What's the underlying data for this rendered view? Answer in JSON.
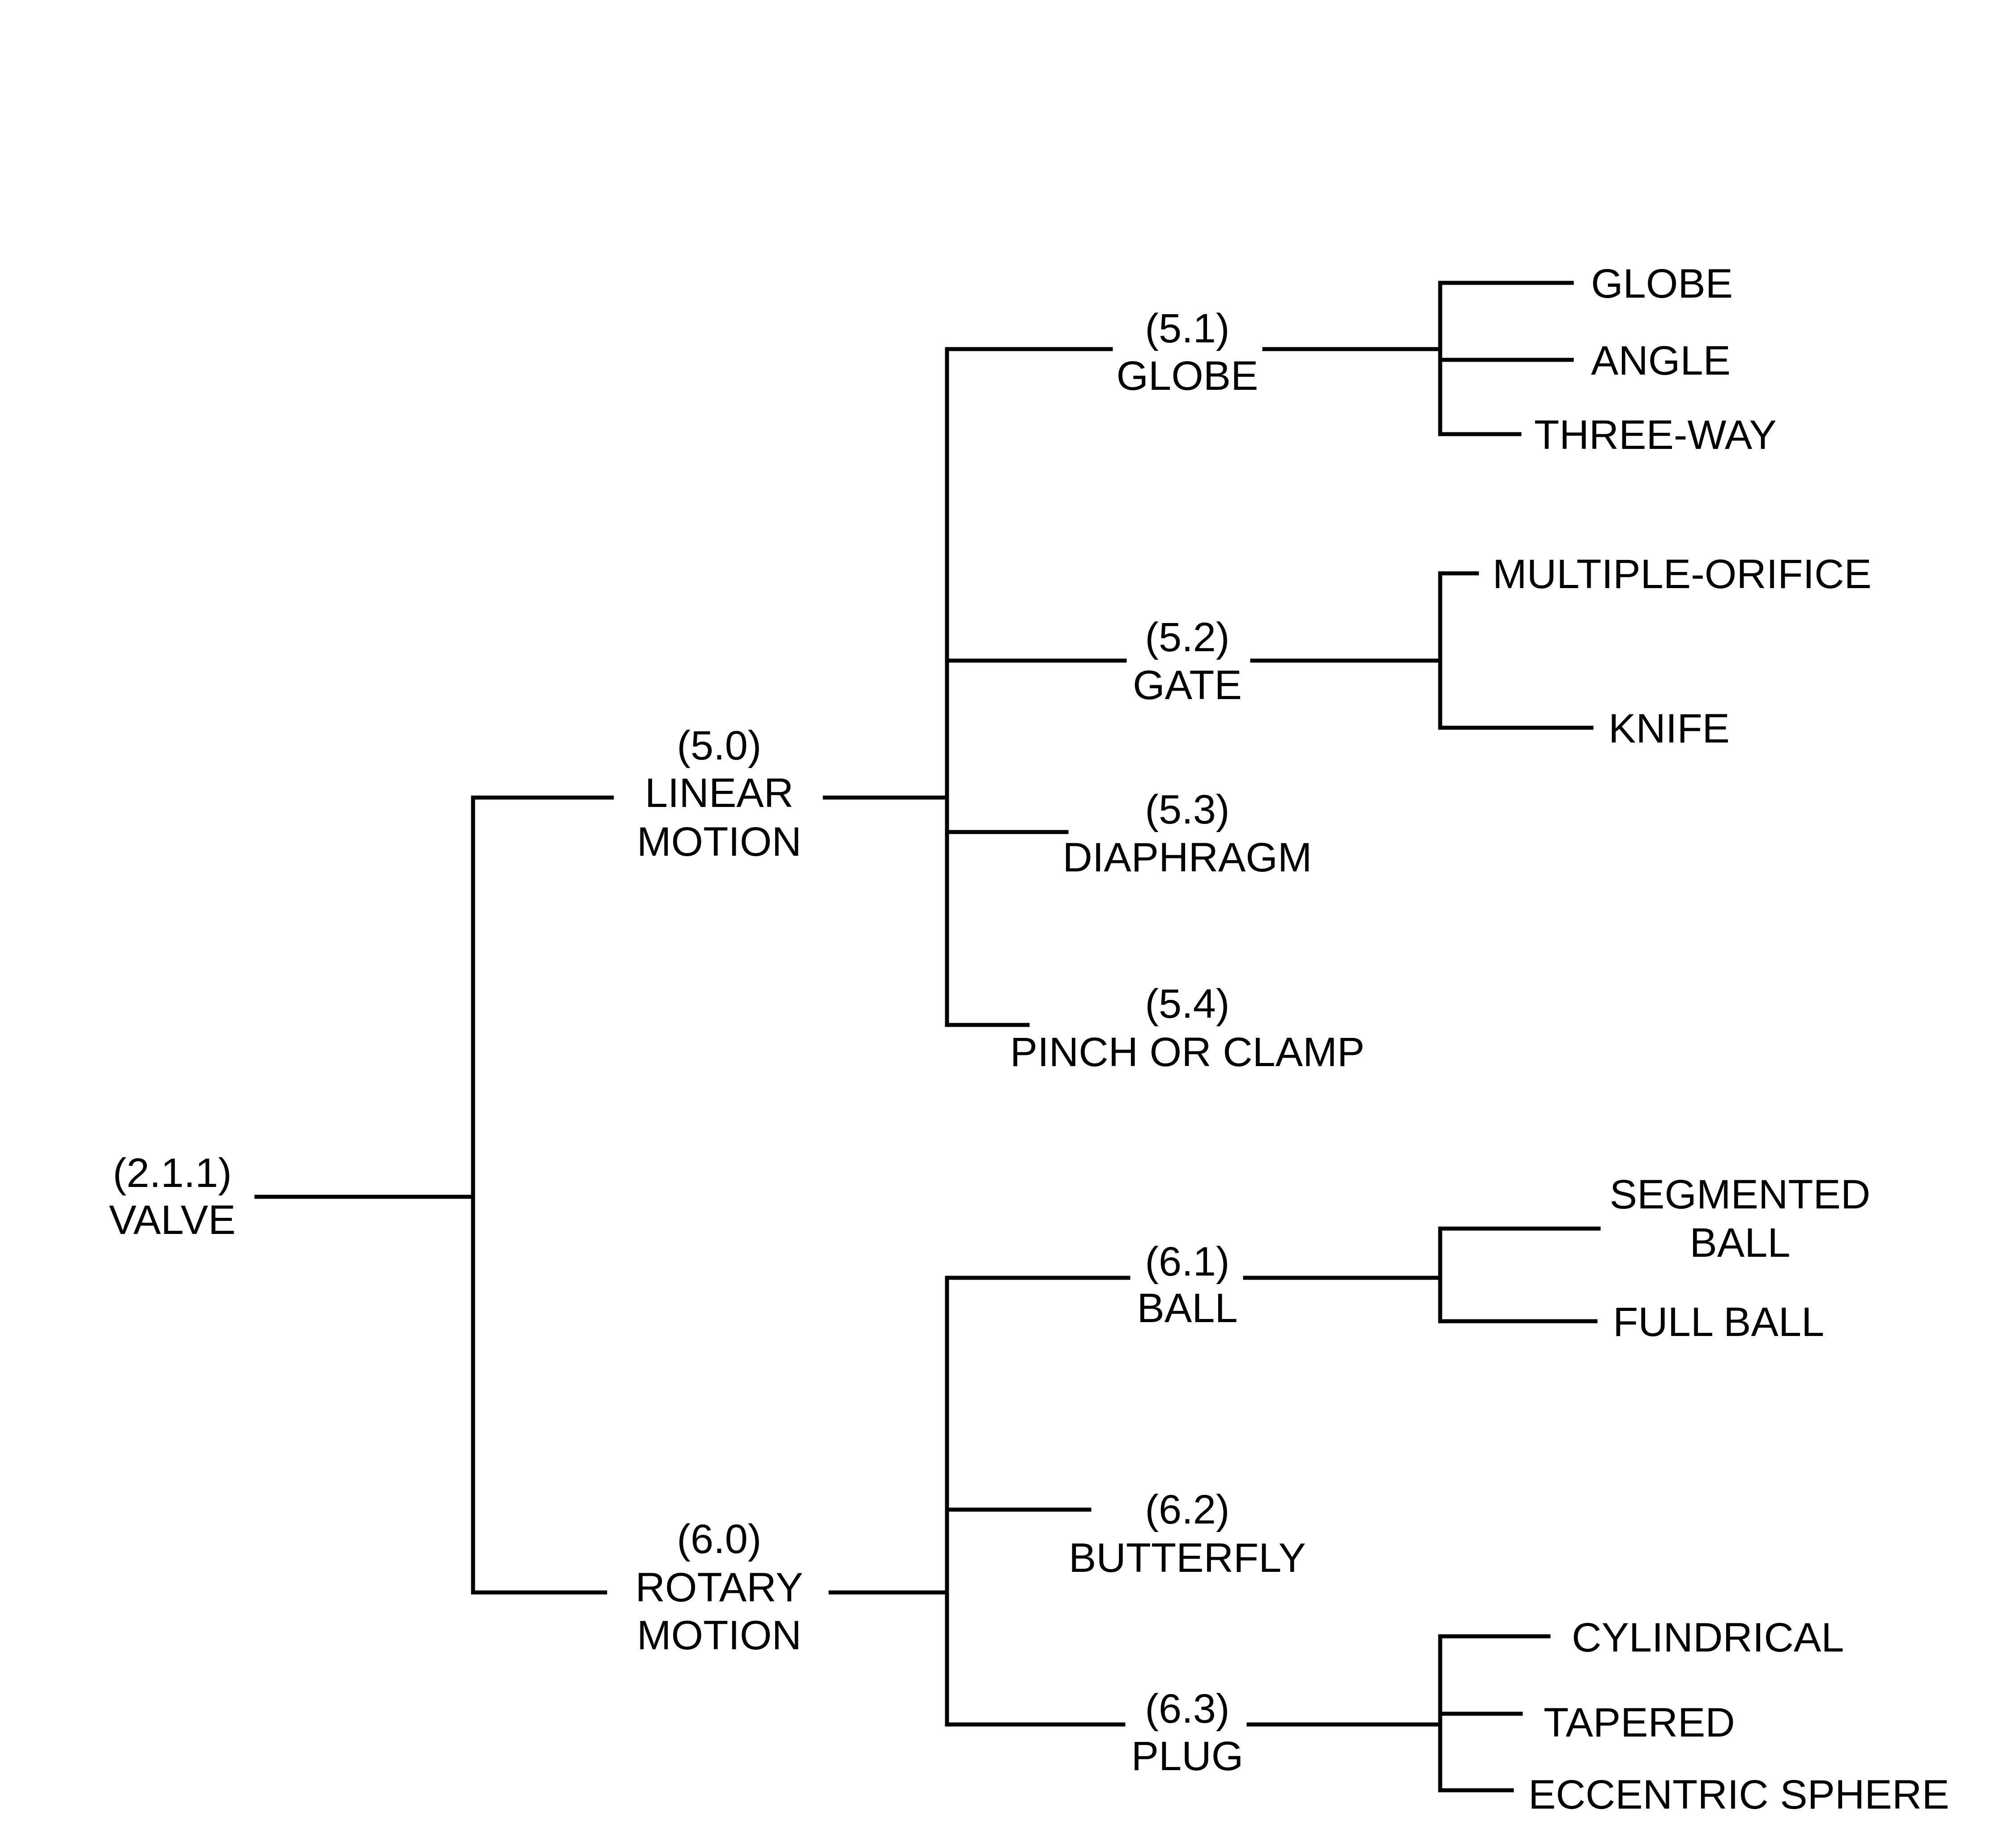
{
  "root": {
    "code": "(2.1.1)",
    "name": "VALVE"
  },
  "linear": {
    "code": "(5.0)",
    "name1": "LINEAR",
    "name2": "MOTION",
    "globe": {
      "code": "(5.1)",
      "name": "GLOBE",
      "leaves": [
        "GLOBE",
        "ANGLE",
        "THREE-WAY"
      ]
    },
    "gate": {
      "code": "(5.2)",
      "name": "GATE",
      "leaves": [
        "MULTIPLE-ORIFICE",
        "KNIFE"
      ]
    },
    "diaphragm": {
      "code": "(5.3)",
      "name": "DIAPHRAGM"
    },
    "pinch": {
      "code": "(5.4)",
      "name": "PINCH OR CLAMP"
    }
  },
  "rotary": {
    "code": "(6.0)",
    "name1": "ROTARY",
    "name2": "MOTION",
    "ball": {
      "code": "(6.1)",
      "name": "BALL",
      "leaves": [
        "SEGMENTED",
        "BALL",
        "FULL BALL"
      ]
    },
    "butterfly": {
      "code": "(6.2)",
      "name": "BUTTERFLY"
    },
    "plug": {
      "code": "(6.3)",
      "name": "PLUG",
      "leaves": [
        "CYLINDRICAL",
        "TAPERED",
        "ECCENTRIC SPHERE"
      ]
    }
  }
}
